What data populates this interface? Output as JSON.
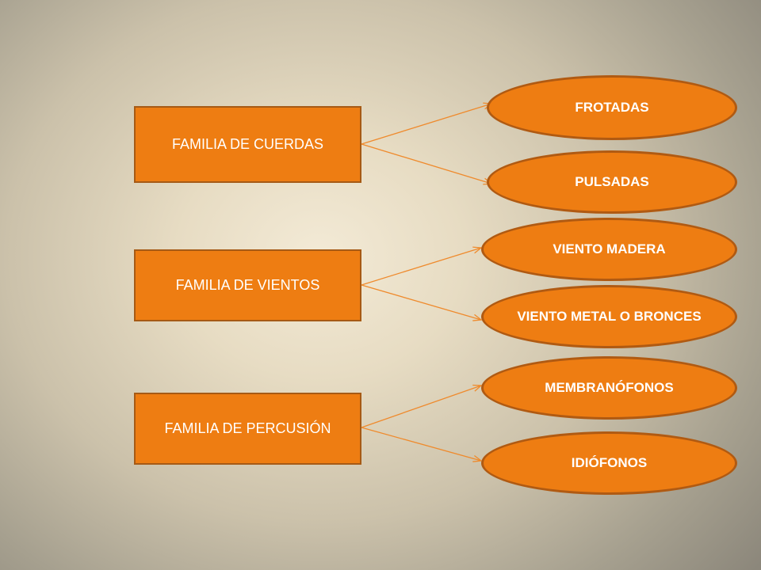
{
  "families": [
    {
      "label": "FAMILIA DE CUERDAS",
      "categories": [
        "FROTADAS",
        "PULSADAS"
      ]
    },
    {
      "label": "FAMILIA DE VIENTOS",
      "categories": [
        "VIENTO MADERA",
        "VIENTO METAL O BRONCES"
      ]
    },
    {
      "label": "FAMILIA DE PERCUSIÓN",
      "categories": [
        "MEMBRANÓFONOS",
        "IDIÓFONOS"
      ]
    }
  ],
  "colors": {
    "box_fill": "#ee7d12",
    "box_border": "#a65a15",
    "oval_border": "#b05a12",
    "connector": "#ef8a2c",
    "text": "#ffffff"
  }
}
